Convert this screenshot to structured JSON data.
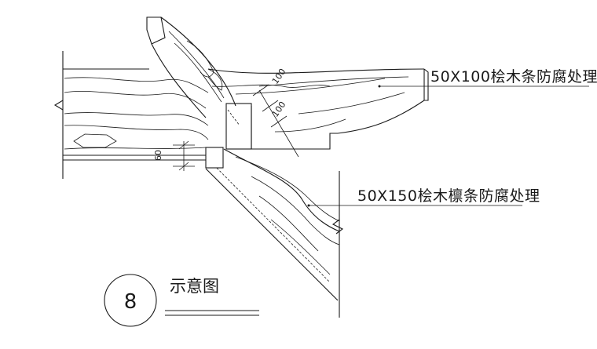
{
  "labels": {
    "batten": "50X100桧木条防腐处理",
    "purlin": "50X150桧木檩条防腐处理"
  },
  "dimensions": {
    "dim_a": "100",
    "dim_b": "100",
    "dim_c": "60"
  },
  "detail": {
    "number": "8",
    "title": "示意图"
  }
}
